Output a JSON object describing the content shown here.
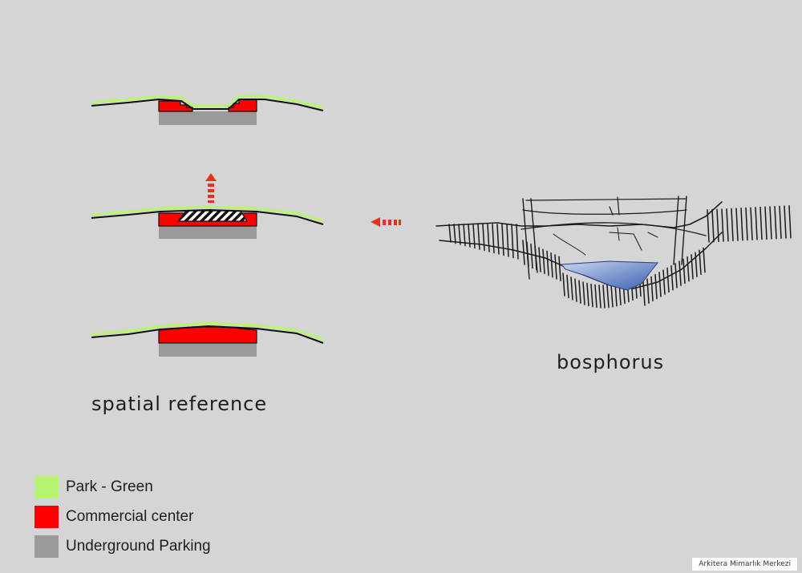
{
  "captions": {
    "spatial": "spatial reference",
    "bosphorus": "bosphorus"
  },
  "legend": [
    {
      "label": "Park - Green",
      "color": "#b8f56e"
    },
    {
      "label": "Commercial center",
      "color": "#ff0000"
    },
    {
      "label": "Underground Parking",
      "color": "#9a9a9a"
    }
  ],
  "credit": "Arkitera Mimarlık Merkezi",
  "colors": {
    "background": "#d5d5d5",
    "park": "#b8f56e",
    "commercial": "#ff0000",
    "parking": "#9a9a9a",
    "arrow": "#e8321e",
    "water": "#3a5fb0"
  }
}
